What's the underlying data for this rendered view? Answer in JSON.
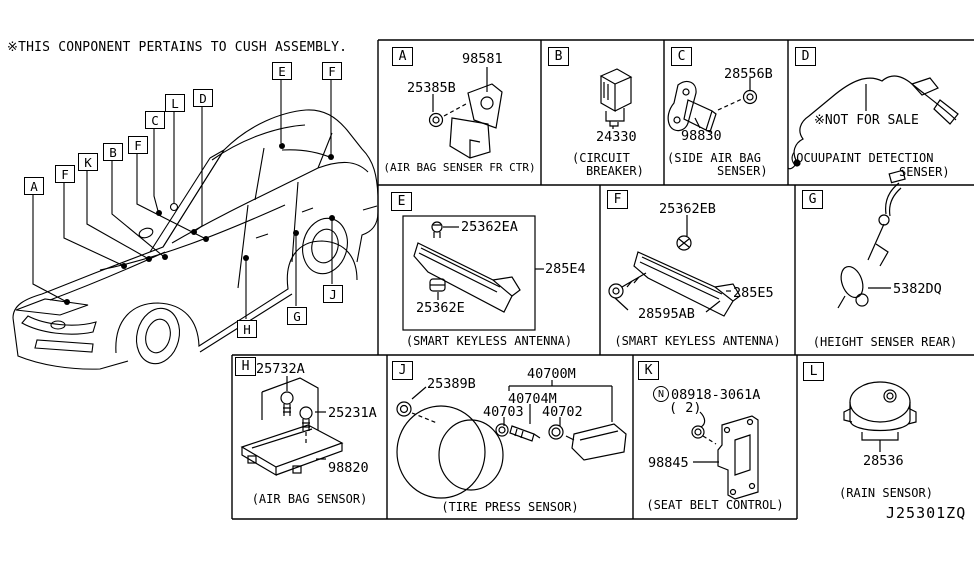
{
  "note": "※THIS CONPONENT PERTAINS TO CUSH ASSEMBLY.",
  "diagram_code": "J25301ZQ",
  "car": {
    "callouts": [
      {
        "letter": "A"
      },
      {
        "letter": "F"
      },
      {
        "letter": "K"
      },
      {
        "letter": "B"
      },
      {
        "letter": "F"
      },
      {
        "letter": "C"
      },
      {
        "letter": "L"
      },
      {
        "letter": "D"
      },
      {
        "letter": "E"
      },
      {
        "letter": "F"
      },
      {
        "letter": "H"
      },
      {
        "letter": "G"
      },
      {
        "letter": "J"
      }
    ]
  },
  "sections": {
    "a": {
      "letter": "A",
      "caption": "(AIR BAG SENSER FR CTR)",
      "parts": {
        "nut": "25385B",
        "sensor": "98581"
      }
    },
    "b": {
      "letter": "B",
      "caption1": "(CIRCUIT",
      "caption2": "BREAKER)",
      "parts": {
        "breaker": "24330"
      }
    },
    "c": {
      "letter": "C",
      "caption1": "(SIDE AIR BAG",
      "caption2": "SENSER)",
      "parts": {
        "nut": "28556B",
        "sensor": "98830"
      }
    },
    "d": {
      "letter": "D",
      "note": "※NOT FOR SALE",
      "caption1": "(OCUUPAINT DETECTION",
      "caption2": "SENSER)"
    },
    "e": {
      "letter": "E",
      "caption": "(SMART KEYLESS ANTENNA)",
      "parts": {
        "grommet_top": "25362EA",
        "grommet_bottom": "25362E",
        "assembly": "285E4"
      }
    },
    "f": {
      "letter": "F",
      "caption": "(SMART KEYLESS ANTENNA)",
      "parts": {
        "clip": "25362EB",
        "assembly": "285E5",
        "screw": "28595AB"
      }
    },
    "g": {
      "letter": "G",
      "caption": "(HEIGHT SENSER REAR)",
      "parts": {
        "sensor": "5382DQ"
      }
    },
    "h": {
      "letter": "H",
      "caption": "(AIR BAG SENSOR)",
      "parts": {
        "bolt1": "25732A",
        "bolt2": "25231A",
        "module": "98820"
      }
    },
    "j": {
      "letter": "J",
      "caption": "(TIRE PRESS SENSOR)",
      "parts": {
        "cap": "25389B",
        "assembly": "40700M",
        "valve": "40704M",
        "grommet": "40703",
        "nut": "40702"
      }
    },
    "k": {
      "letter": "K",
      "caption": "(SEAT BELT CONTROL)",
      "parts": {
        "nut_prefix": "N",
        "nut": "08918-3061A",
        "qty": "( 2)",
        "module": "98845"
      }
    },
    "l": {
      "letter": "L",
      "caption": "(RAIN SENSOR)",
      "parts": {
        "sensor": "28536"
      }
    }
  }
}
